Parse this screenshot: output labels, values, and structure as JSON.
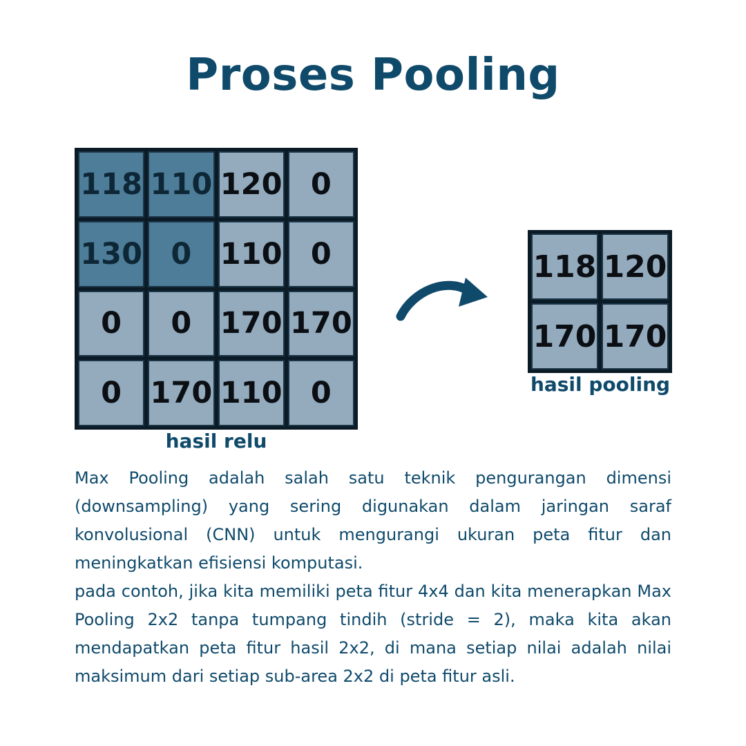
{
  "title": "Proses Pooling",
  "relu_grid": {
    "caption": "hasil relu",
    "cells": [
      {
        "value": "118",
        "highlight": true
      },
      {
        "value": "110",
        "highlight": true
      },
      {
        "value": "120",
        "highlight": false
      },
      {
        "value": "0",
        "highlight": false
      },
      {
        "value": "130",
        "highlight": true
      },
      {
        "value": "0",
        "highlight": true
      },
      {
        "value": "110",
        "highlight": false
      },
      {
        "value": "0",
        "highlight": false
      },
      {
        "value": "0",
        "highlight": false
      },
      {
        "value": "0",
        "highlight": false
      },
      {
        "value": "170",
        "highlight": false
      },
      {
        "value": "170",
        "highlight": false
      },
      {
        "value": "0",
        "highlight": false
      },
      {
        "value": "170",
        "highlight": false
      },
      {
        "value": "110",
        "highlight": false
      },
      {
        "value": "0",
        "highlight": false
      }
    ]
  },
  "pool_grid": {
    "caption": "hasil pooling",
    "cells": [
      {
        "value": "118"
      },
      {
        "value": "120"
      },
      {
        "value": "170"
      },
      {
        "value": "170"
      }
    ]
  },
  "arrow_icon": "curved-arrow-right-icon",
  "colors": {
    "title": "#0f4a6b",
    "cell": "#93abbd",
    "cell_highlight": "#4d7d98",
    "grid_border": "#0b1b26"
  },
  "description": {
    "paragraph1": "Max Pooling adalah salah satu teknik pengurangan dimensi (downsampling) yang sering digunakan dalam jaringan saraf konvolusional (CNN) untuk mengurangi ukuran peta fitur dan meningkatkan efisiensi komputasi.",
    "paragraph2": "pada contoh,  jika kita memiliki peta fitur 4x4 dan kita menerapkan Max Pooling 2x2 tanpa tumpang tindih (stride = 2), maka kita akan mendapatkan peta fitur hasil 2x2, di mana setiap nilai adalah nilai maksimum dari setiap sub-area 2x2 di peta fitur asli."
  }
}
